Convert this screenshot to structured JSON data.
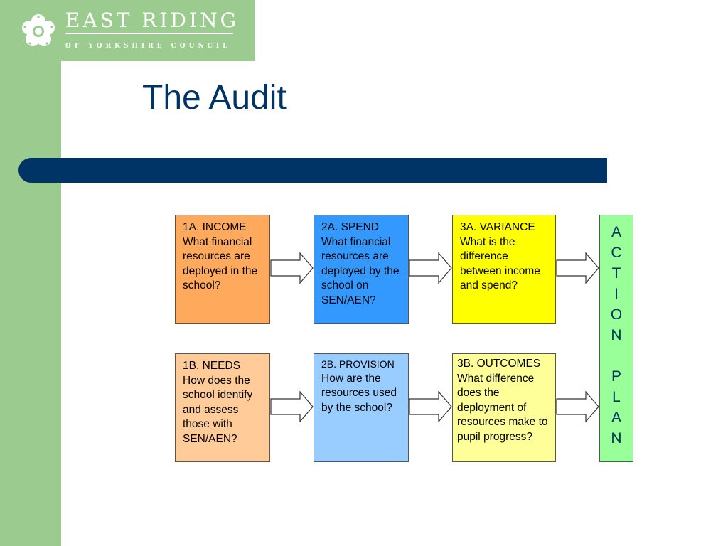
{
  "brand": {
    "main": "EAST RIDING",
    "sub": "OF YORKSHIRE COUNCIL"
  },
  "title": "The Audit",
  "boxes": {
    "income": {
      "heading": "1A. INCOME",
      "text": "What financial resources are deployed in the school?"
    },
    "spend": {
      "heading": "2A. SPEND",
      "text": "What financial resources are deployed by the school on SEN/AEN?"
    },
    "variance": {
      "heading": "3A. VARIANCE",
      "text": "What is the difference between income and spend?"
    },
    "needs": {
      "heading": "1B. NEEDS",
      "text": "How does the school identify and assess those with SEN/AEN?"
    },
    "provision": {
      "heading": "2B. PROVISION",
      "text": "How are the resources used by the school?"
    },
    "outcomes": {
      "heading": "3B. OUTCOMES",
      "text": "What difference does the deployment of resources make to pupil progress?"
    }
  },
  "action_plan": [
    "A",
    "C",
    "T",
    "I",
    "O",
    "N",
    "",
    "P",
    "L",
    "A",
    "N"
  ],
  "colors": {
    "navy": "#003366",
    "green": "#9ccb8f",
    "income": "#ffa95c",
    "spend": "#3399ff",
    "variance": "#ffff00",
    "needs": "#ffcc99",
    "provision": "#99ccff",
    "outcomes": "#ffff99",
    "action": "#99ff99"
  }
}
